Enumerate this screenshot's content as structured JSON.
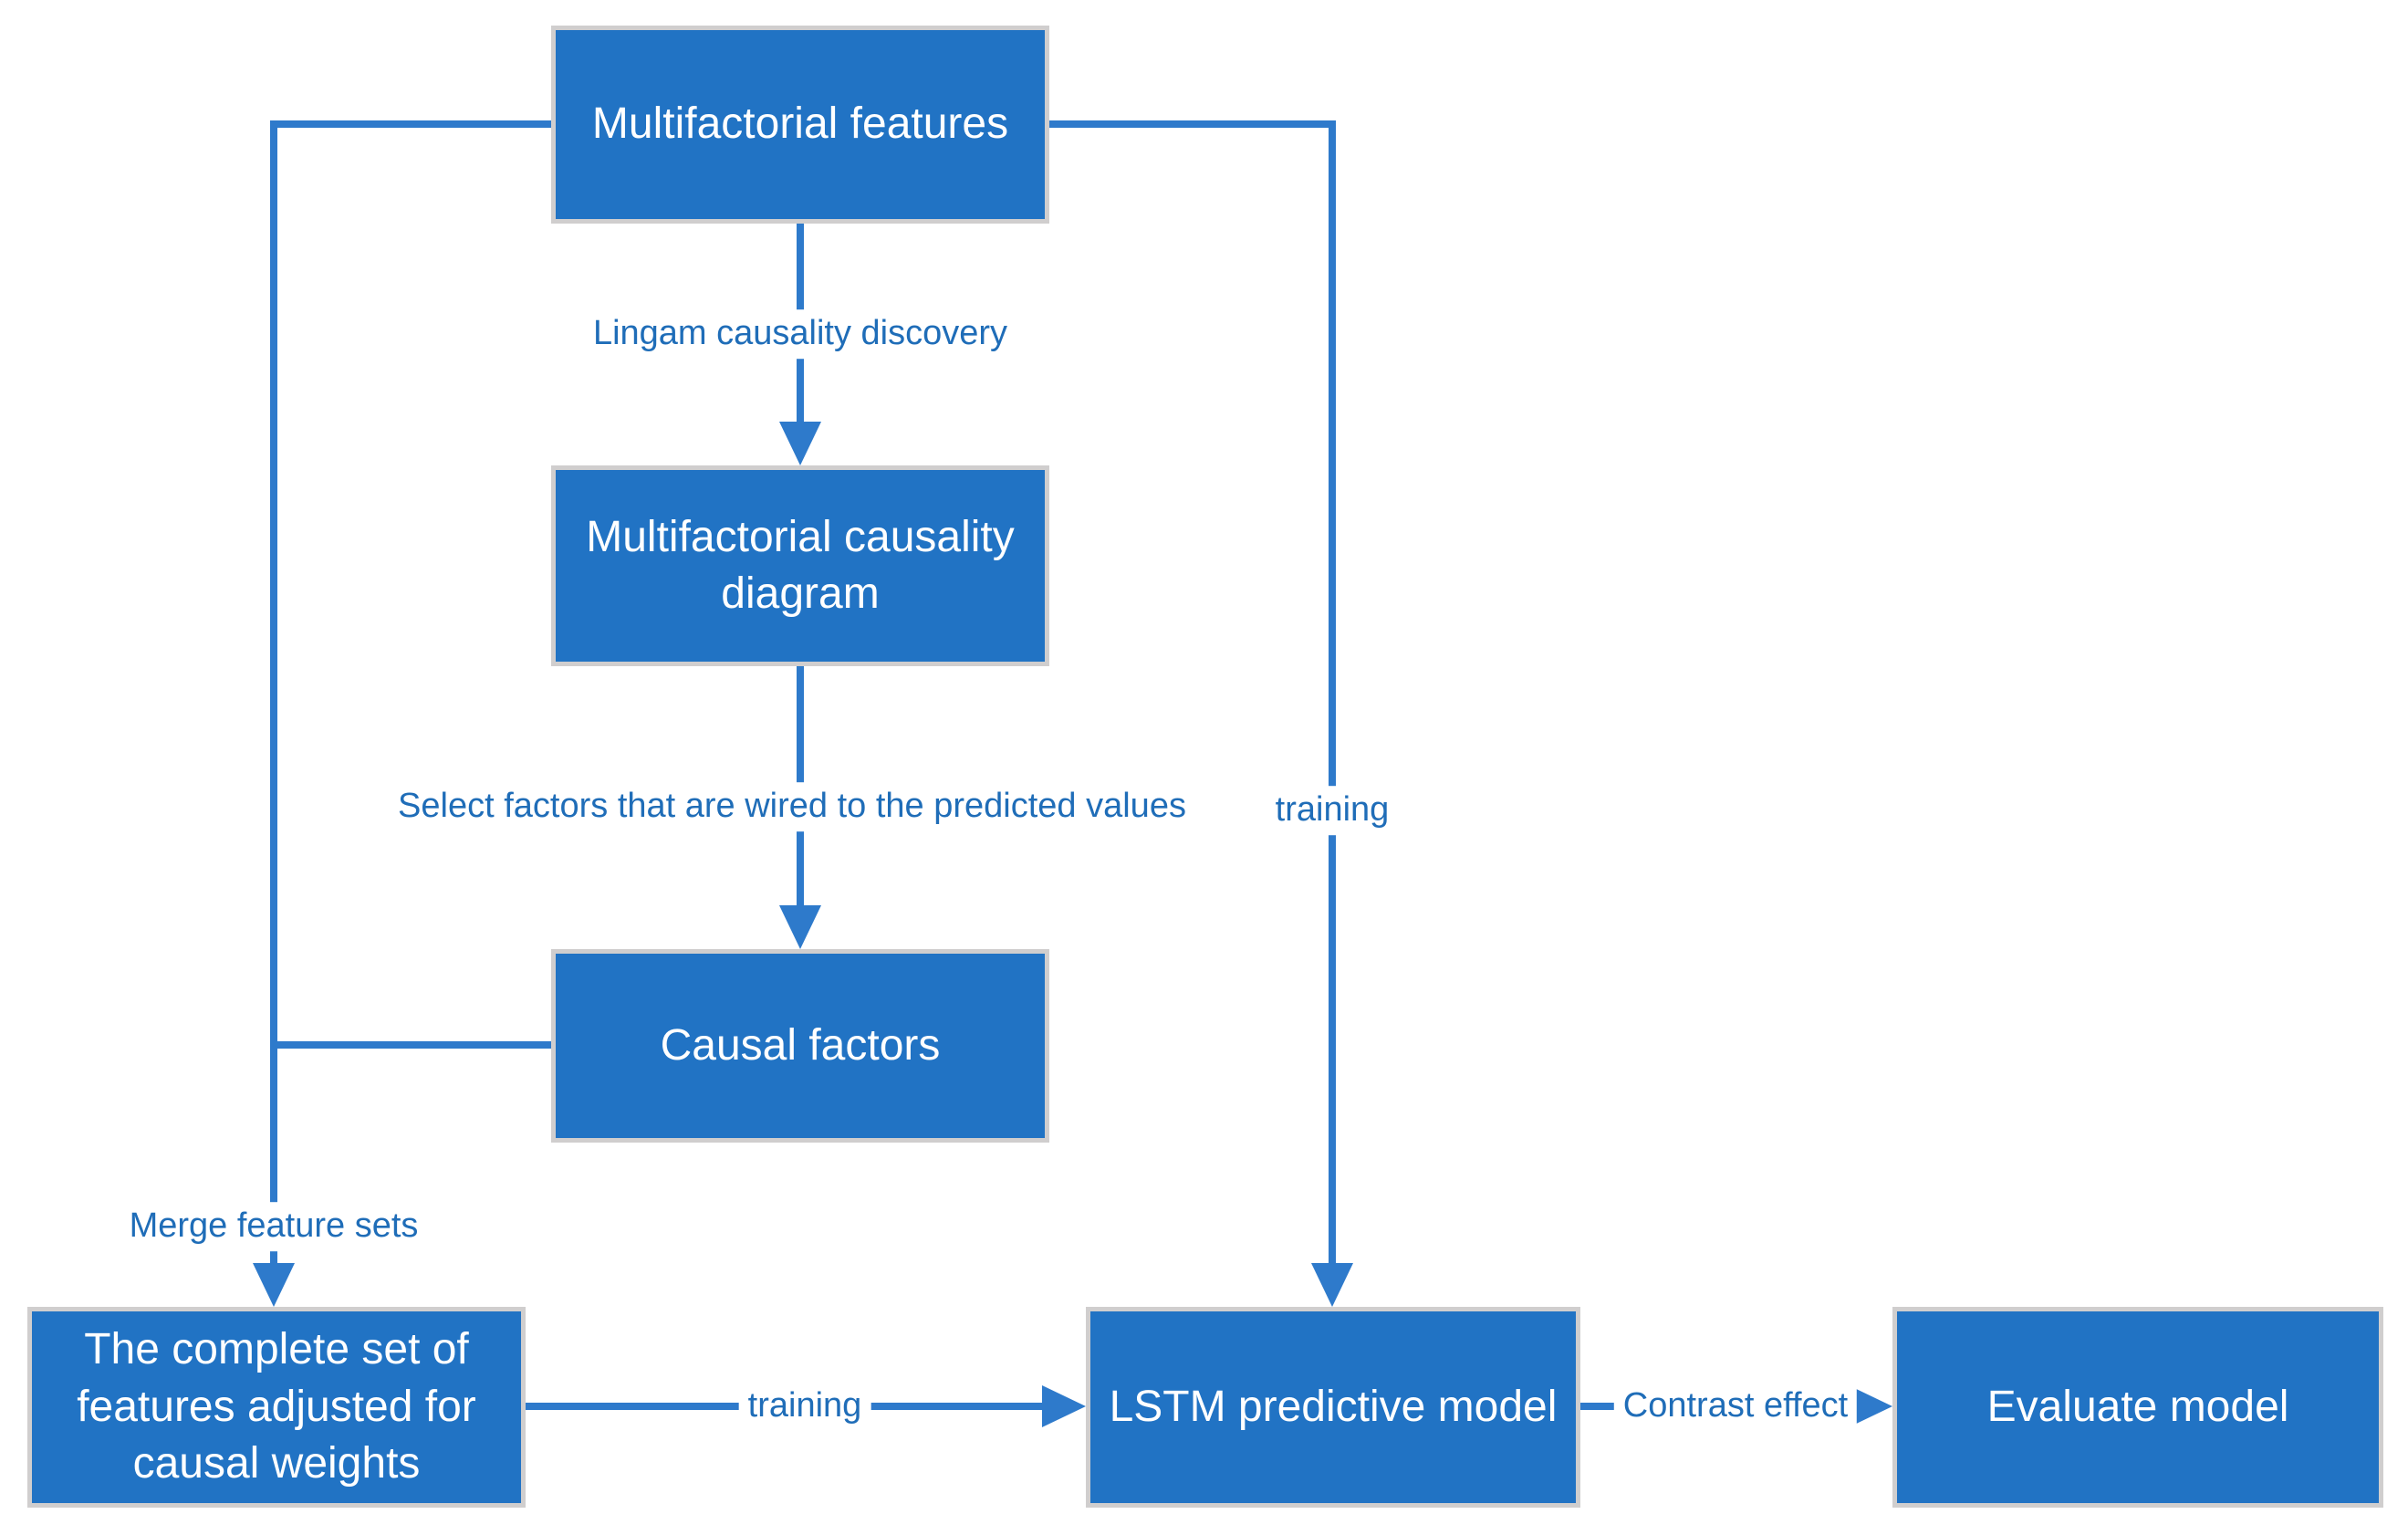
{
  "diagram": {
    "type": "flowchart",
    "background": "#ffffff",
    "colors": {
      "node_fill": "#2173C4",
      "node_border": "#D0CECE",
      "node_text": "#FFFFFF",
      "connector": "#2E7ACB",
      "edge_label_text": "#1F6DB8"
    },
    "nodes": [
      {
        "id": "multifactorial-features",
        "label": "Multifactorial features"
      },
      {
        "id": "multifactorial-causality-diagram",
        "label": "Multifactorial causality\ndiagram"
      },
      {
        "id": "causal-factors",
        "label": "Causal factors"
      },
      {
        "id": "complete-feature-set",
        "label": "The complete set of\nfeatures adjusted for\ncausal weights"
      },
      {
        "id": "lstm-predictive-model",
        "label": "LSTM predictive model"
      },
      {
        "id": "evaluate-model",
        "label": "Evaluate model"
      }
    ],
    "edges": [
      {
        "id": "lingam-causality-discovery",
        "from": "multifactorial-features",
        "to": "multifactorial-causality-diagram",
        "label": "Lingam causality discovery"
      },
      {
        "id": "select-factors",
        "from": "multifactorial-causality-diagram",
        "to": "causal-factors",
        "label": "Select factors that are wired to the predicted values"
      },
      {
        "id": "merge-feature-sets",
        "from": "multifactorial-features + causal-factors",
        "to": "complete-feature-set",
        "label": "Merge feature sets"
      },
      {
        "id": "training-right-rail",
        "from": "multifactorial-features",
        "to": "lstm-predictive-model",
        "label": "training"
      },
      {
        "id": "training-bottom",
        "from": "complete-feature-set",
        "to": "lstm-predictive-model",
        "label": "training"
      },
      {
        "id": "contrast-effect",
        "from": "lstm-predictive-model",
        "to": "evaluate-model",
        "label": "Contrast effect"
      }
    ]
  }
}
